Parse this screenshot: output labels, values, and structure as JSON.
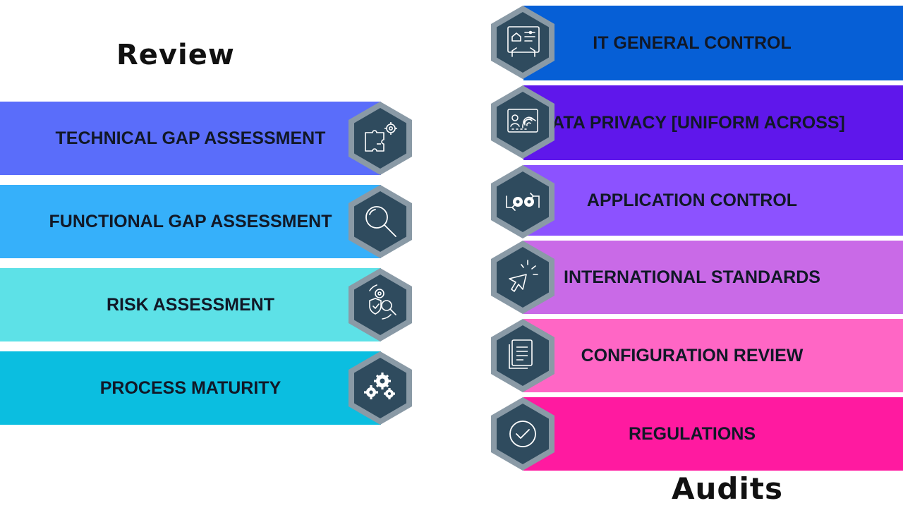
{
  "review": {
    "title": "Review",
    "items": [
      {
        "label": "TECHNICAL GAP ASSESSMENT",
        "color": "#5a6dfa",
        "icon": "puzzle-gear-icon"
      },
      {
        "label": "FUNCTIONAL GAP ASSESSMENT",
        "color": "#36b0fa",
        "icon": "magnifier-icon"
      },
      {
        "label": "RISK ASSESSMENT",
        "color": "#5de1e7",
        "icon": "risk-shield-search-icon"
      },
      {
        "label": "PROCESS MATURITY",
        "color": "#0bbee0",
        "icon": "gears-icon"
      }
    ]
  },
  "audits": {
    "title": "Audits",
    "items": [
      {
        "label": "IT GENERAL CONTROL",
        "color": "#065fd6",
        "icon": "control-panel-icon"
      },
      {
        "label": "DATA PRIVACY [UNIFORM ACROSS]",
        "color": "#5f17eb",
        "icon": "fingerprint-id-icon"
      },
      {
        "label": "APPLICATION CONTROL",
        "color": "#8c52ff",
        "icon": "gear-process-icon"
      },
      {
        "label": "INTERNATIONAL STANDARDS",
        "color": "#c96ae7",
        "icon": "cursor-click-icon"
      },
      {
        "label": "CONFIGURATION REVIEW",
        "color": "#ff66c5",
        "icon": "documents-icon"
      },
      {
        "label": "REGULATIONS",
        "color": "#ff1aa0",
        "icon": "checkmark-circle-icon"
      }
    ]
  }
}
